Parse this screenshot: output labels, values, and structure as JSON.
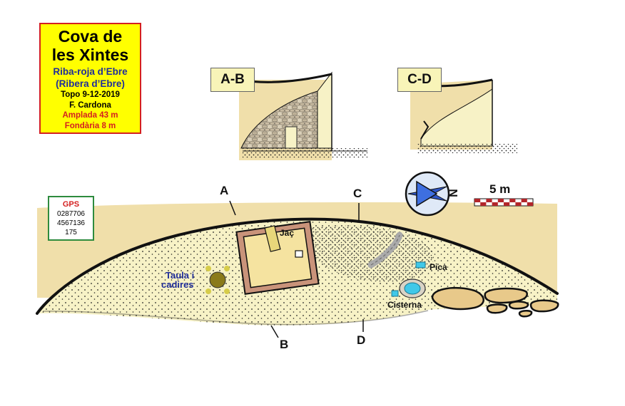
{
  "title_box": {
    "name_line1": "Cova de",
    "name_line2": "les Xintes",
    "place_line1": "Riba-roja d’Ebre",
    "place_line2": "(Ribera d’Ebre)",
    "survey_date": "Topo 9-12-2019",
    "author": "F. Cardona",
    "width": "Amplada 43 m",
    "depth": "Fondària 8 m"
  },
  "gps": {
    "title": "GPS",
    "line1": "0287706",
    "line2": "4567136",
    "line3": "175"
  },
  "sections": {
    "ab": "A-B",
    "cd": "C-D"
  },
  "section_markers": {
    "a": "A",
    "b": "B",
    "c": "C",
    "d": "D"
  },
  "features": {
    "bed": "Jaç",
    "table_line1": "Taula i",
    "table_line2": "cadires",
    "basin": "Pica",
    "cistern": "Cisterna"
  },
  "compass": {
    "letter": "N"
  },
  "scale": {
    "label": "5 m"
  },
  "colors": {
    "rock": "#f0dfaa",
    "floor": "#f7f2c6",
    "outline": "#111111",
    "title_fill": "#ffff00",
    "title_border": "#d42020",
    "place_text": "#1f2d9a",
    "gps_border": "#2e8b3e",
    "table_text": "#1f2d9a",
    "compass_fill": "#4a6fd3",
    "wall": "#c9937a",
    "water": "#40c8e8"
  }
}
